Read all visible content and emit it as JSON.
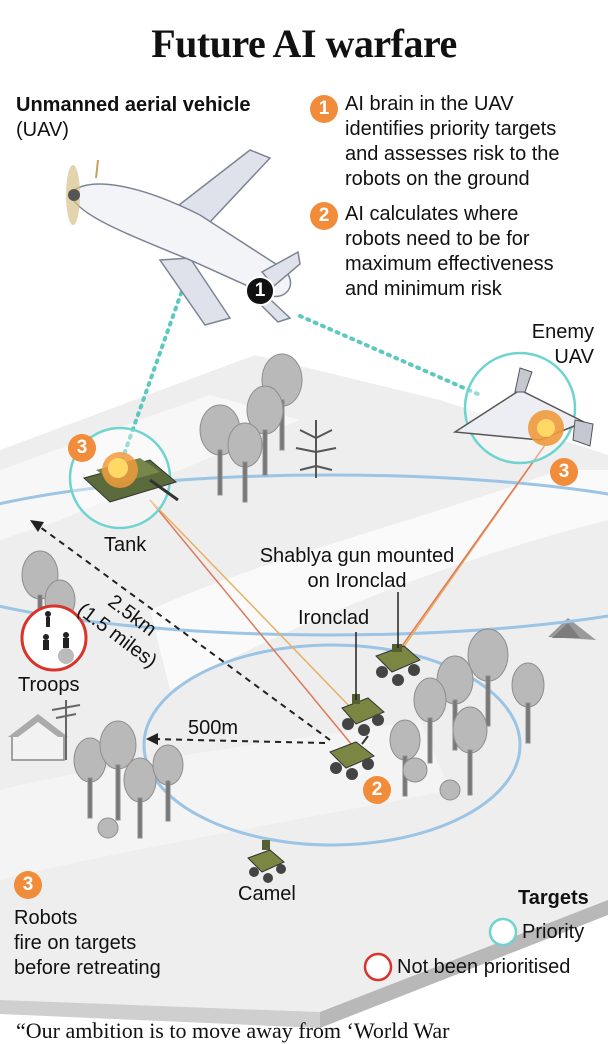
{
  "title": "Future AI warfare",
  "uav": {
    "name": "Unmanned aerial vehicle",
    "abbr": "(UAV)",
    "marker": "1"
  },
  "steps": [
    {
      "num": "1",
      "lines": [
        "AI brain in the UAV",
        "identifies priority targets",
        "and assesses risk to the",
        "robots on the ground"
      ]
    },
    {
      "num": "2",
      "lines": [
        "AI calculates where",
        "robots need to be for",
        "maximum effectiveness",
        "and minimum risk"
      ]
    },
    {
      "num": "3",
      "lines": [
        "Robots",
        "fire on targets",
        "before retreating"
      ]
    }
  ],
  "targets": {
    "enemy_uav": [
      "Enemy",
      "UAV"
    ],
    "tank": "Tank",
    "troops": "Troops"
  },
  "robots": {
    "shablya": [
      "Shablya gun mounted",
      "on Ironclad"
    ],
    "ironclad": "Ironclad",
    "camel": "Camel"
  },
  "distances": {
    "long": "2.5km",
    "long_alt": "(1.5 miles)",
    "short": "500m"
  },
  "legend": {
    "title": "Targets",
    "items": [
      {
        "label": "Priority",
        "color": "#6fd3cf"
      },
      {
        "label": "Not been prioritised",
        "color": "#d9342b"
      }
    ]
  },
  "colors": {
    "accent": "#f08c3a",
    "ring_blue": "#9cc4e4",
    "teal": "#5cc8c0",
    "red": "#d9342b",
    "terrain": "#e9e9e9"
  },
  "footer": "“Our ambition is to move away from ‘World War"
}
